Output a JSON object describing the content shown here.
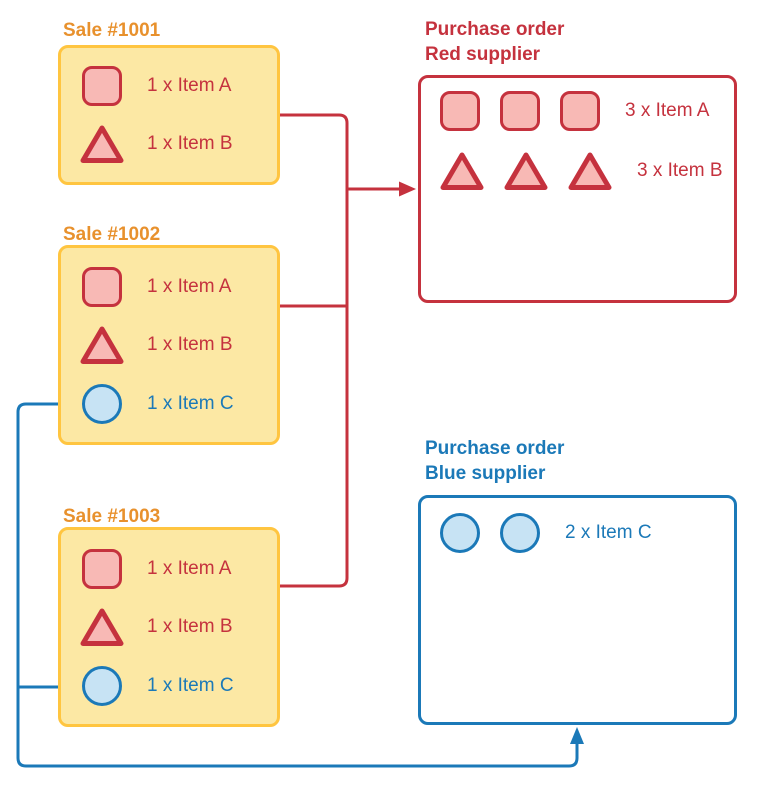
{
  "diagram": {
    "colors": {
      "red": "#C5323E",
      "red_fill": "#F8B9B5",
      "blue": "#1B79B8",
      "blue_fill": "#C7E3F4",
      "sale_fill": "#FCE8A4",
      "sale_border": "#FFC540",
      "sale_title": "#E8912D"
    },
    "sales": [
      {
        "title": "Sale #1001",
        "items": [
          {
            "icon": "square-icon",
            "label": "1 x Item A"
          },
          {
            "icon": "triangle-icon",
            "label": "1 x Item B"
          }
        ]
      },
      {
        "title": "Sale #1002",
        "items": [
          {
            "icon": "square-icon",
            "label": "1 x Item A"
          },
          {
            "icon": "triangle-icon",
            "label": "1 x Item B"
          },
          {
            "icon": "circle-icon",
            "label": "1 x Item C"
          }
        ]
      },
      {
        "title": "Sale #1003",
        "items": [
          {
            "icon": "square-icon",
            "label": "1 x Item A"
          },
          {
            "icon": "triangle-icon",
            "label": "1 x Item B"
          },
          {
            "icon": "circle-icon",
            "label": "1 x Item C"
          }
        ]
      }
    ],
    "purchase_orders": [
      {
        "title": "Purchase order\nRed supplier",
        "items": [
          {
            "icon": "square-icon",
            "count": 3,
            "label": "3 x Item A"
          },
          {
            "icon": "triangle-icon",
            "count": 3,
            "label": "3 x Item B"
          }
        ]
      },
      {
        "title": "Purchase order\nBlue supplier",
        "items": [
          {
            "icon": "circle-icon",
            "count": 2,
            "label": "2 x Item C"
          }
        ]
      }
    ],
    "connections": [
      {
        "from": "Sale #1001",
        "to": "Purchase order Red supplier",
        "color": "red"
      },
      {
        "from": "Sale #1002",
        "to": "Purchase order Red supplier",
        "color": "red"
      },
      {
        "from": "Sale #1003",
        "to": "Purchase order Red supplier",
        "color": "red"
      },
      {
        "from": "Sale #1002",
        "to": "Purchase order Blue supplier",
        "color": "blue"
      },
      {
        "from": "Sale #1003",
        "to": "Purchase order Blue supplier",
        "color": "blue"
      }
    ]
  }
}
